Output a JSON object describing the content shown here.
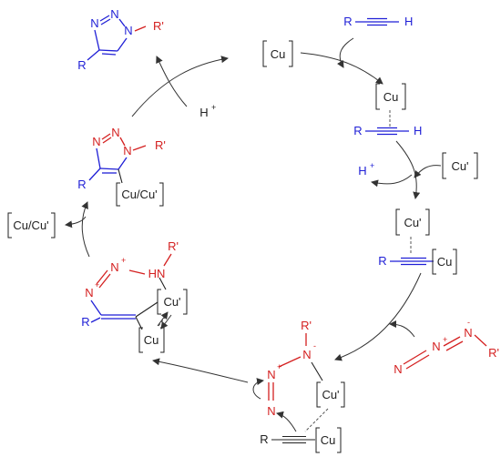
{
  "species": {
    "cu_catalyst": "Cu",
    "alkyne_r": "R",
    "alkyne_h": "H",
    "pi_complex_cu": "Cu",
    "pi_complex_r": "R",
    "pi_complex_h": "H",
    "cu_prime_in": "Cu'",
    "proton_out": "H",
    "proton_charge": "+",
    "acetylide_cu_top": "Cu'",
    "acetylide_r": "R",
    "acetylide_cu": "Cu",
    "azide_n1": "N",
    "azide_n2": "N",
    "azide_n3": "N",
    "azide_r": "R'",
    "coord_r_prime": "R'",
    "coord_n_top": "N",
    "coord_n_mid": "N",
    "coord_n_low": "N",
    "coord_cu_prime": "Cu'",
    "coord_r": "R",
    "coord_cu": "Cu",
    "metallacycle_r_prime": "R'",
    "metallacycle_hn": "HN",
    "metallacycle_n_top": "N",
    "metallacycle_n_left": "N",
    "metallacycle_cu_prime": "Cu'",
    "metallacycle_r": "R",
    "metallacycle_cu": "Cu",
    "cu_mix_released": "Cu/Cu'",
    "triazolide_n1": "N",
    "triazolide_n2": "N",
    "triazolide_n3": "N",
    "triazolide_r_prime": "R'",
    "triazolide_r": "R",
    "triazolide_cu": "Cu/Cu'",
    "proton_in": "H",
    "proton_in_charge": "+",
    "product_n1": "N",
    "product_n2": "N",
    "product_n3": "N",
    "product_r_prime": "R'",
    "product_r": "R"
  },
  "charges": {
    "plus": "+",
    "minus": "-"
  },
  "colors": {
    "alkyne": "#1f1fd6",
    "azide": "#d42020",
    "neutral": "#222222"
  }
}
